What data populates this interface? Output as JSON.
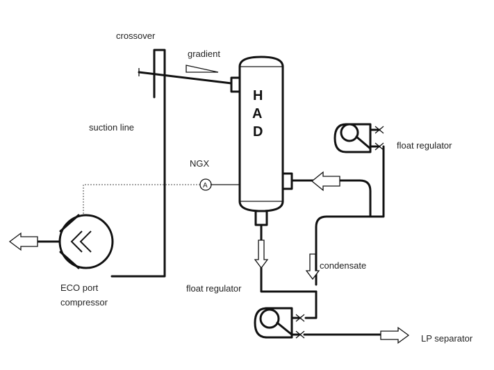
{
  "labels": {
    "crossover": "crossover",
    "gradient": "gradient",
    "suction_line": "suction line",
    "vessel_letters": [
      "H",
      "A",
      "D"
    ],
    "ngx": "NGX",
    "ammeter": "A",
    "float_regulator_top": "float regulator",
    "float_regulator_bottom": "float regulator",
    "condensate": "condensate",
    "eco_port_line1": "ECO port",
    "eco_port_line2": "compressor",
    "lp_separator": "LP separator"
  }
}
